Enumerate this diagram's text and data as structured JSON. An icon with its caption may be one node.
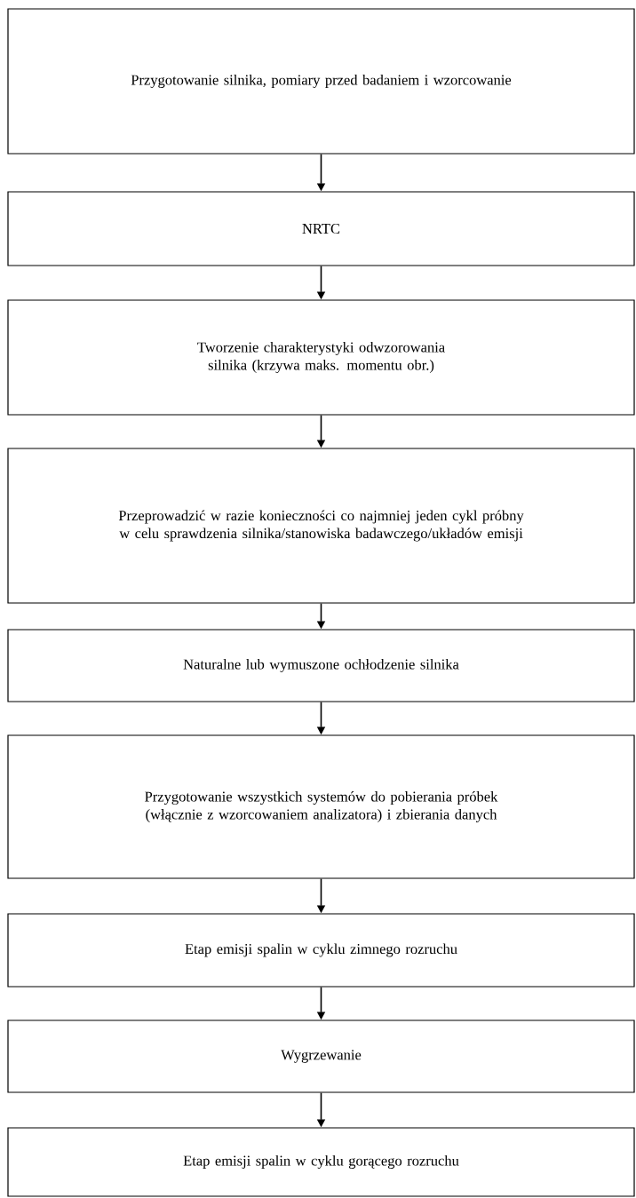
{
  "diagram": {
    "nodes": [
      {
        "text": [
          "Przygotowanie silnika, pomiary przed badaniem i wzorcowanie"
        ]
      },
      {
        "text": [
          "NRTC"
        ]
      },
      {
        "text": [
          "Tworzenie charakterystyki odwzorowania silnika (krzywa maks. momentu obr.)"
        ]
      },
      {
        "text": [
          "Przeprowadzić w razie konieczności co najmniej jeden cykl próbny w celu sprawdzenia silnika/stanowiska badawczego/układów emisji"
        ]
      },
      {
        "text": [
          "Naturalne lub wymuszone ochłodzenie silnika"
        ]
      },
      {
        "text": [
          "Przygotowanie wszystkich systemów do pobierania próbek (włącznie z wzorcowaniem analizatora) i zbierania danych"
        ]
      },
      {
        "text": [
          "Etap emisji spalin w cyklu zimnego rozruchu"
        ]
      },
      {
        "text": [
          "Wygrzewanie"
        ]
      },
      {
        "text": [
          "Etap emisji spalin w cyklu gorącego rozruchu"
        ]
      }
    ],
    "edges": [
      {
        "from": 0,
        "to": 1,
        "arrow": "to"
      },
      {
        "from": 1,
        "to": 2,
        "arrow": "to"
      },
      {
        "from": 2,
        "to": 3,
        "arrow": "to"
      },
      {
        "from": 3,
        "to": 4,
        "arrow": "to"
      },
      {
        "from": 4,
        "to": 5,
        "arrow": "to"
      },
      {
        "from": 5,
        "to": 6,
        "arrow": "to"
      },
      {
        "from": 6,
        "to": 7,
        "arrow": "to"
      },
      {
        "from": 7,
        "to": 8,
        "arrow": "to"
      }
    ]
  }
}
